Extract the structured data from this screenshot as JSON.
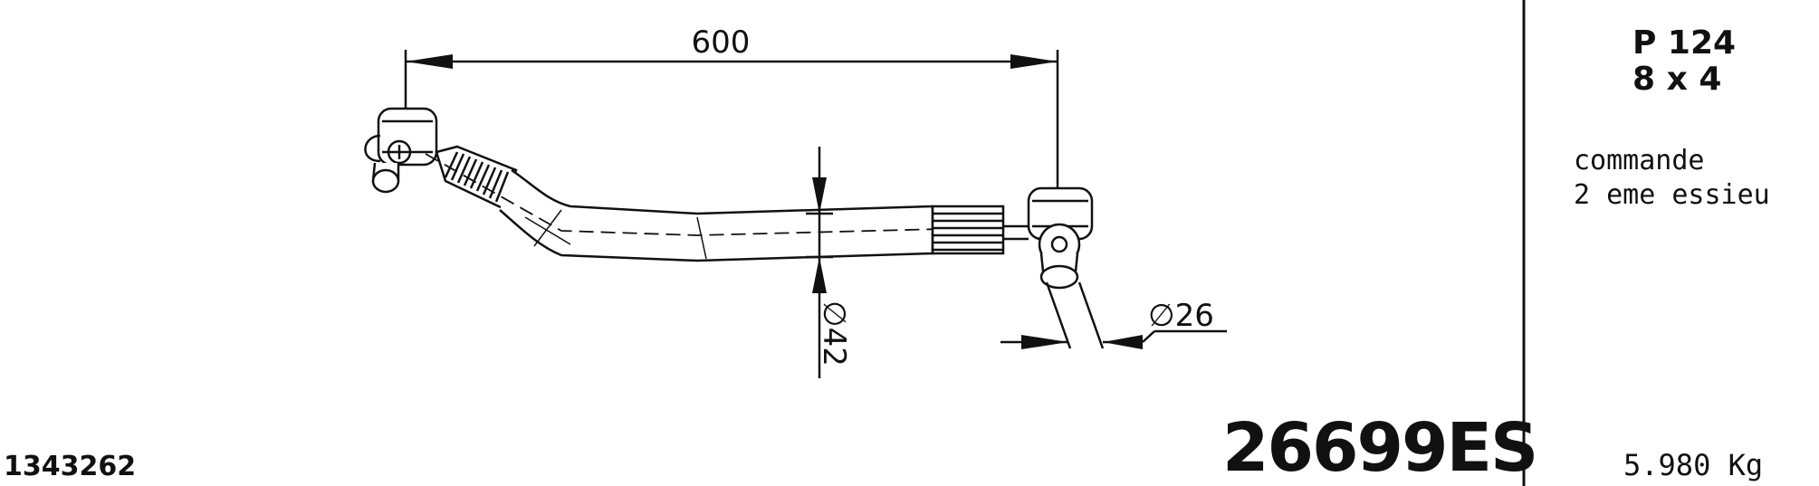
{
  "drawing": {
    "dimension_length": "600",
    "dimension_diameter_tube": "∅42",
    "dimension_diameter_joint": "∅26"
  },
  "reference_code": "1343262",
  "part_number": "26699ES",
  "side_panel": {
    "model": "P 124",
    "configuration": "8 x 4",
    "description_line1": "commande",
    "description_line2": "2 eme essieu",
    "weight": "5.980 Kg"
  },
  "colors": {
    "ink": "#111111",
    "background": "#ffffff"
  }
}
